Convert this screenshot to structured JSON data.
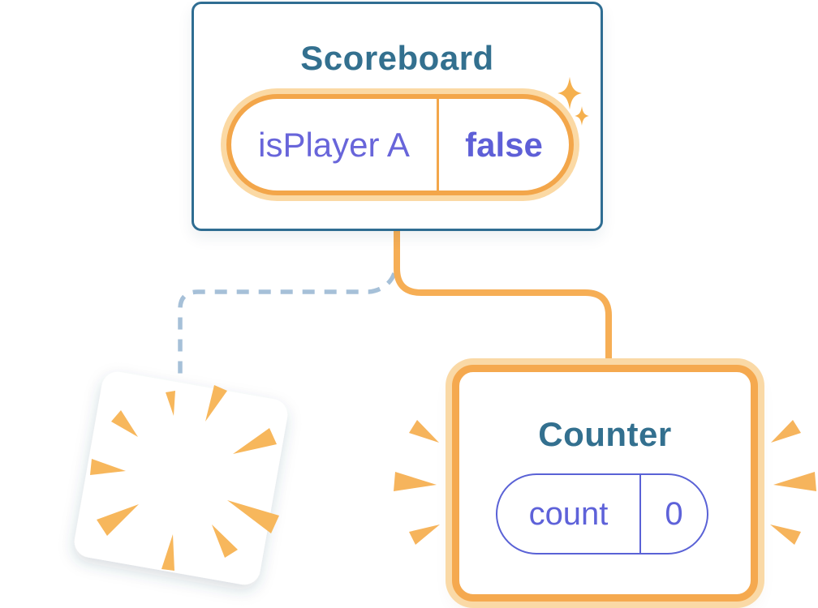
{
  "diagram": {
    "description": "React component tree state diagram: Scoreboard parent keeps state, old child is destroyed (poof), new Counter child is created with fresh state",
    "scoreboard": {
      "title": "Scoreboard",
      "state": {
        "name": "isPlayer A",
        "value": "false"
      }
    },
    "counter": {
      "title": "Counter",
      "state": {
        "name": "count",
        "value": "0"
      }
    },
    "connectors": {
      "solid": "scoreboard-to-counter",
      "dashed": "scoreboard-to-destroyed-component"
    },
    "icons": {
      "sparkle": "sparkle-icon",
      "poof": "poof-burst-icon",
      "emphasis": "emphasis-rays-icon"
    },
    "colors": {
      "teal_border": "#2F6D92",
      "teal_text": "#33708F",
      "orange_strong": "#F5A94F",
      "orange_halo": "#FAD9A6",
      "orange_connector": "#F6AE55",
      "orange_rays": "#F7B75C",
      "purple_text": "#5E5FD7",
      "purple_border": "#5A62D6",
      "dashed_blue": "#A6C0D8",
      "card_background": "#FFFFFF"
    }
  }
}
